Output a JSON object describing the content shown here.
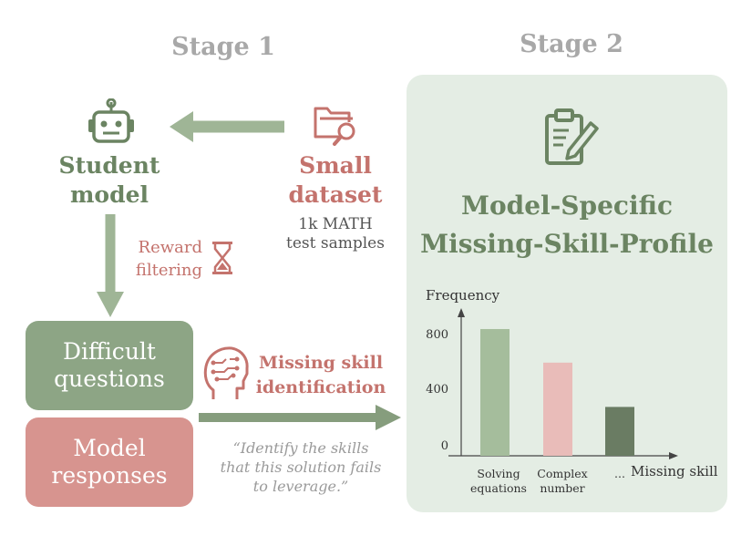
{
  "stage1_title": "Stage 1",
  "stage2_title": "Stage 2",
  "student_model": {
    "line1": "Student",
    "line2": "model"
  },
  "small_dataset": {
    "line1": "Small",
    "line2": "dataset",
    "sub1": "1k MATH",
    "sub2": "test samples"
  },
  "reward_filtering": {
    "line1": "Reward",
    "line2": "filtering"
  },
  "difficult_questions": {
    "line1": "Difficult",
    "line2": "questions"
  },
  "model_responses": {
    "line1": "Model",
    "line2": "responses"
  },
  "missing_skill_identification": {
    "line1": "Missing skill",
    "line2": "identification"
  },
  "prompt_quote": {
    "line1": "“Identify the skills",
    "line2": "that this solution fails",
    "line3": "to leverage.”"
  },
  "profile_title": {
    "line1": "Model-Specific",
    "line2": "Missing-Skill-Profile"
  },
  "colors": {
    "green": "#6b8462",
    "red": "#c4736d",
    "panel": "#e4ede4"
  },
  "icons": [
    "robot-icon",
    "folder-search-icon",
    "hourglass-icon",
    "brain-head-icon",
    "clipboard-pencil-icon"
  ],
  "chart_data": {
    "type": "bar",
    "ylabel": "Frequency",
    "xlabel": "Missing skill",
    "yticks": [
      "800",
      "400",
      "0"
    ],
    "categories": [
      "Solving equations",
      "Complex number",
      "..."
    ],
    "category_lines": [
      [
        "Solving",
        "equations"
      ],
      [
        "Complex",
        "number"
      ],
      [
        "..."
      ]
    ],
    "values": [
      830,
      610,
      320
    ],
    "bar_colors": [
      "#a5bd9c",
      "#e9bcb9",
      "#6a7c63"
    ],
    "ylim": [
      0,
      1000
    ]
  }
}
